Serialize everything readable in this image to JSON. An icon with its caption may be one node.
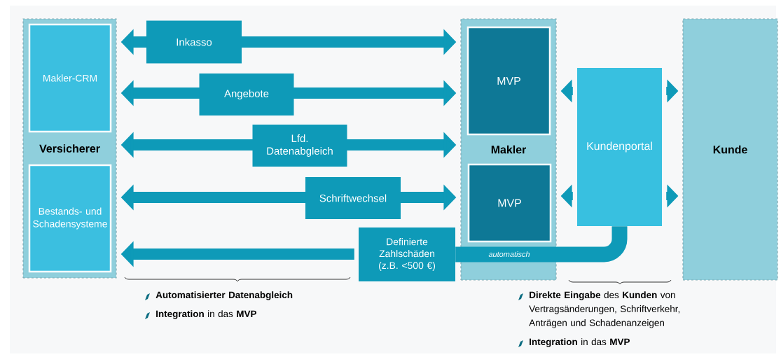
{
  "diagram": {
    "nodes": [
      {
        "text": [
          "Versicherer"
        ]
      },
      {
        "text": [
          "Makler-CRM"
        ],
        "in": 0
      },
      {
        "text": [
          "Bestands- und Schadensysteme"
        ],
        "in": 0
      },
      {
        "text": [
          "Makler"
        ]
      },
      {
        "text": [
          "MVP"
        ],
        "in": 3
      },
      {
        "text": [
          "MVP"
        ],
        "in": 3
      },
      {
        "text": [
          "Kundenportal"
        ]
      },
      {
        "text": [
          "Kunde"
        ]
      },
      {
        "text": [
          "Definierte Zahlschäden (z.B. <500 €)"
        ]
      }
    ],
    "edges": [
      {
        "from": 0,
        "to": 3,
        "arrow": "both",
        "label": "Inkasso"
      },
      {
        "from": 0,
        "to": 3,
        "arrow": "both",
        "label": "Angebote"
      },
      {
        "from": 0,
        "to": 3,
        "arrow": "both",
        "label": "Lfd. Datenabgleich"
      },
      {
        "from": 0,
        "to": 3,
        "arrow": "both",
        "label": "Schriftwechsel"
      },
      {
        "from": 6,
        "to": 8,
        "arrow": "none",
        "label": "automatisch"
      },
      {
        "from": 8,
        "to": 0,
        "arrow": "to"
      },
      {
        "from": 6,
        "to": 3,
        "arrow": "to"
      },
      {
        "from": 6,
        "to": 3,
        "arrow": "to"
      },
      {
        "from": 6,
        "to": 7,
        "arrow": "to"
      },
      {
        "from": 6,
        "to": 7,
        "arrow": "to"
      }
    ],
    "labels": [
      "**Automatisierter Datenabgleich**",
      "**Integration** in das **MVP**",
      "**Direkte Eingabe** des **Kunden** von Vertragsänderungen, Schriftverkehr, Anträgen und Schadenanzeigen",
      "**Integration** in das **MVP**"
    ]
  }
}
